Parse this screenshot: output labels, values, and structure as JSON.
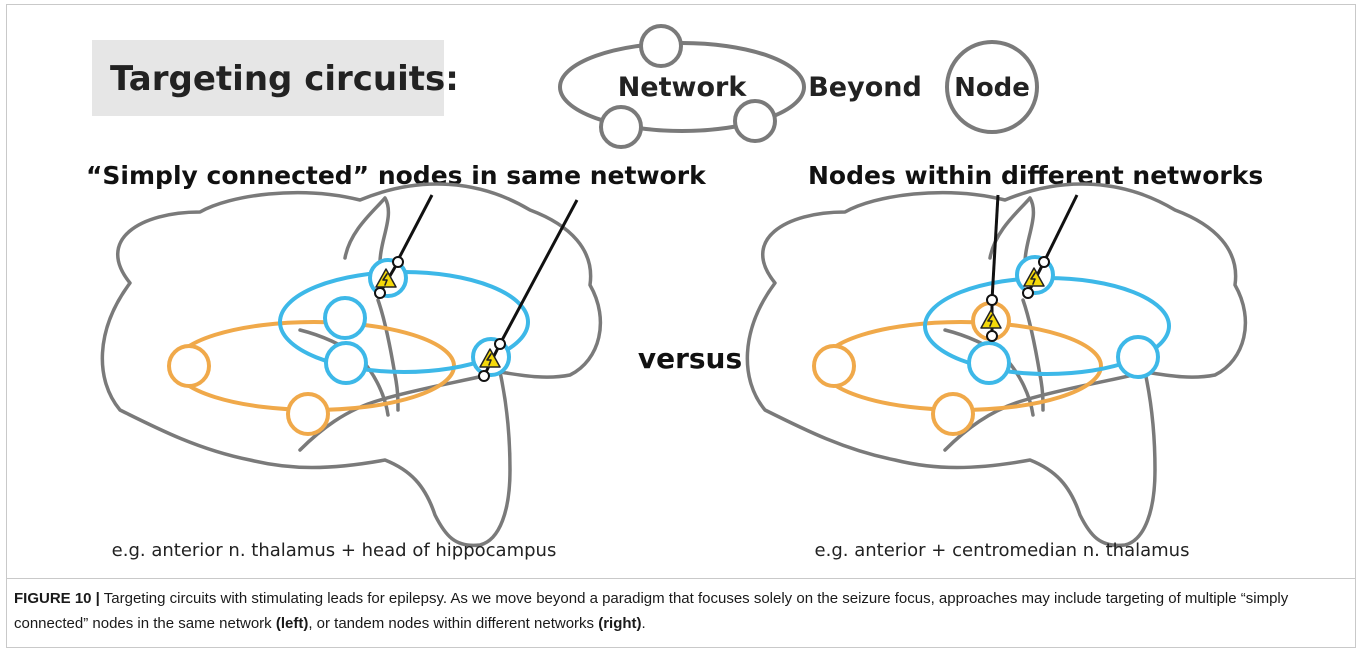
{
  "header": {
    "targeting_label": "Targeting circuits:",
    "network_label": "Network",
    "beyond_label": "Beyond",
    "node_label": "Node"
  },
  "left_panel": {
    "title": "“Simply connected” nodes in same network",
    "example": "e.g. anterior n. thalamus + head of hippocampus"
  },
  "versus_label": "versus",
  "right_panel": {
    "title": "Nodes within different networks",
    "example": "e.g. anterior + centromedian n. thalamus"
  },
  "caption": {
    "label": "FIGURE 10 |",
    "text_1": " Targeting circuits with stimulating leads for epilepsy. As we move beyond a paradigm that focuses solely on the seizure focus, approaches may include targeting of multiple “simply connected” nodes in the same network ",
    "left_tag": "(left)",
    "text_2": ", or tandem nodes within different networks ",
    "right_tag": "(right)",
    "text_3": "."
  },
  "colors": {
    "blue_network": "#3db8e8",
    "orange_network": "#f0a94a",
    "outline_gray": "#7a7a7a",
    "label_box": "#e6e6e6",
    "warning_yellow": "#f5d90a"
  },
  "icons": [
    "warning-icon",
    "electrode-lead-icon"
  ]
}
